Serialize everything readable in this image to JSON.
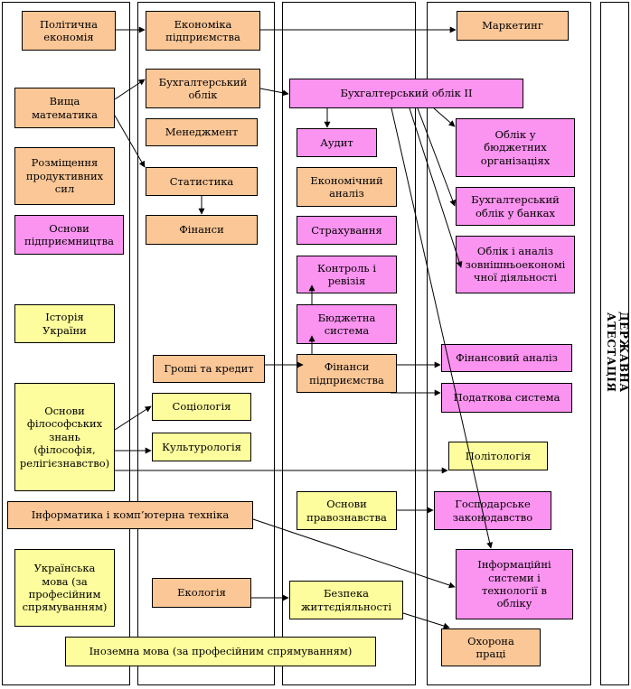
{
  "side_label": "ДЕРЖАВНА АТЕСТАЦІЯ",
  "colors": {
    "orange": "#fbc797",
    "pink": "#fb93f0",
    "yellow": "#fdfd9d"
  },
  "boxes": {
    "b01": "Політична\nекономія",
    "b02": "Вища\nматематика",
    "b03": "Розміщення\nпродуктивних\nсил",
    "b04": "Основи\nпідприємництва",
    "b05": "Історія\nУкраїни",
    "b06": "Основи\nфілософських\nзнань\n(філософія,\nрелігієзнавство)",
    "b07": "Інформатика і комп’ютерна техніка",
    "b08": "Українська\nмова (за\nпрофесійним\nспрямуванням)",
    "b09": "Економіка\nпідприємства",
    "b10": "Бухгалтерський\nоблік",
    "b11": "Менеджмент",
    "b12": "Статистика",
    "b13": "Фінанси",
    "b14": "Гроші та кредит",
    "b15": "Соціологія",
    "b16": "Культурологія",
    "b17": "Екологія",
    "b18": "Іноземна мова (за професійним спрямуванням)",
    "b19": "Бухгалтерський облік ІІ",
    "b20": "Аудит",
    "b21": "Економічний\nаналіз",
    "b22": "Страхування",
    "b23": "Контроль і\nревізія",
    "b24": "Бюджетна\nсистема",
    "b25": "Фінанси\nпідприємства",
    "b26": "Основи\nправознавства",
    "b27": "Безпека\nжиттєдіяльності",
    "b28": "Маркетинг",
    "b29": "Облік у\nбюджетних\nорганізаціях",
    "b30": "Бухгалтерський\nоблік у банках",
    "b31": "Облік і аналіз\nзовнішньоекономі\nчної діяльності",
    "b32": "Фінансовий аналіз",
    "b33": "Податкова система",
    "b34": "Політологія",
    "b35": "Господарське\nзаконодавство",
    "b36": "Інформаційні\nсистеми і\nтехнології в\nобліку",
    "b37": "Охорона\nпраці"
  }
}
